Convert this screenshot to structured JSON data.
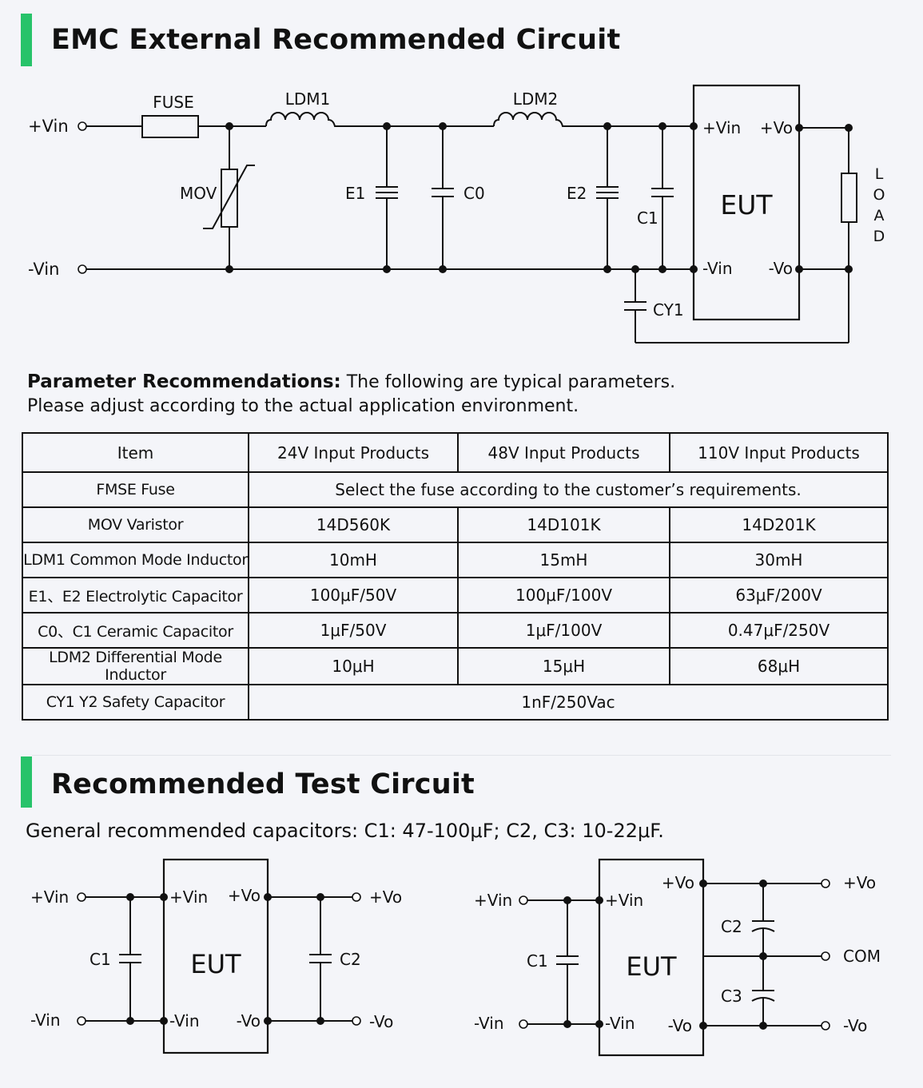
{
  "section1": {
    "title": "EMC External Recommended Circuit"
  },
  "section2": {
    "title": "Recommended Test Circuit"
  },
  "colors": {
    "accent": "#27c36a",
    "line": "#111111",
    "background": "#f4f5f9"
  },
  "emc_circuit": {
    "vin_pos": "+Vin",
    "vin_neg": "-Vin",
    "fuse": "FUSE",
    "mov": "MOV",
    "ldm1": "LDM1",
    "ldm2": "LDM2",
    "e1": "E1",
    "c0": "C0",
    "e2": "E2",
    "c1": "C1",
    "cy1": "CY1",
    "eut": "EUT",
    "eut_vin_pos": "+Vin",
    "eut_vin_neg": "-Vin",
    "eut_vo_pos": "+Vo",
    "eut_vo_neg": "-Vo",
    "load_letters": [
      "L",
      "O",
      "A",
      "D"
    ]
  },
  "parameters": {
    "heading": "Parameter Recommendations:",
    "line1": "The following are typical parameters.",
    "line2": "Please adjust according to the actual application environment.",
    "table": {
      "headers": [
        "Item",
        "24V Input Products",
        "48V Input Products",
        "110V Input Products"
      ],
      "rows": [
        {
          "item": "FMSE Fuse",
          "merged": "Select the fuse according to the customer’s requirements."
        },
        {
          "item": "MOV Varistor",
          "v24": "14D560K",
          "v48": "14D101K",
          "v110": "14D201K"
        },
        {
          "item": "LDM1 Common Mode Inductor",
          "v24": "10mH",
          "v48": "15mH",
          "v110": "30mH"
        },
        {
          "item": "E1、E2 Electrolytic Capacitor",
          "v24": "100μF/50V",
          "v48": "100μF/100V",
          "v110": "63μF/200V"
        },
        {
          "item": "C0、C1  Ceramic Capacitor",
          "v24": "1μF/50V",
          "v48": "1μF/100V",
          "v110": "0.47μF/250V"
        },
        {
          "item": "LDM2 Differential Mode Inductor",
          "v24": "10μH",
          "v48": "15μH",
          "v110": "68μH"
        },
        {
          "item": "CY1  Y2 Safety Capacitor",
          "merged": "1nF/250Vac"
        }
      ]
    }
  },
  "test_circuit": {
    "note": "General recommended capacitors: C1: 47-100μF; C2, C3: 10-22μF.",
    "left": {
      "in_pos": "+Vin",
      "in_neg": "-Vin",
      "c1": "C1",
      "c2": "C2",
      "eut": "EUT",
      "eut_vin_pos": "+Vin",
      "eut_vin_neg": "-Vin",
      "eut_vo_pos": "+Vo",
      "eut_vo_neg": "-Vo",
      "out_pos": "+Vo",
      "out_neg": "-Vo"
    },
    "right": {
      "in_pos": "+Vin",
      "in_neg": "-Vin",
      "c1": "C1",
      "c2": "C2",
      "c3": "C3",
      "eut": "EUT",
      "eut_vin_pos": "+Vin",
      "eut_vin_neg": "-Vin",
      "eut_vo_pos": "+Vo",
      "eut_vo_neg": "-Vo",
      "out_pos": "+Vo",
      "out_com": "COM",
      "out_neg": "-Vo"
    }
  }
}
